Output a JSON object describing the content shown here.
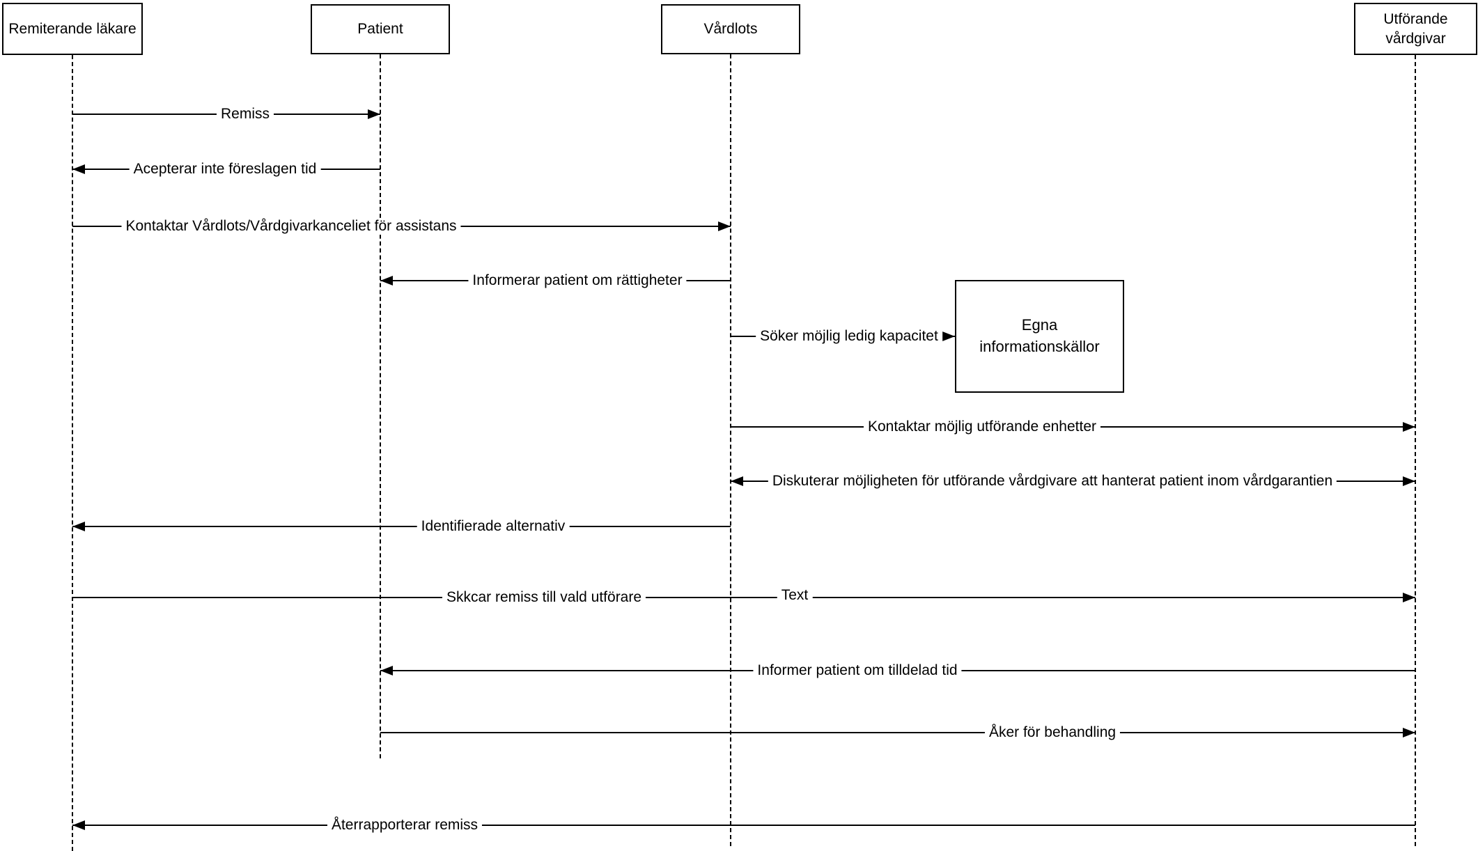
{
  "diagram": {
    "type": "sequence-diagram",
    "colors": {
      "stroke": "#000000",
      "background": "#ffffff"
    },
    "actors": [
      {
        "label": "Remiterande läkare"
      },
      {
        "label": "Patient"
      },
      {
        "label": "Vårdlots"
      },
      {
        "label": "Utförande vårdgivar"
      }
    ],
    "objects": [
      {
        "label": "Egna informationskällor"
      }
    ],
    "messages": [
      {
        "label": "Remiss",
        "from": "Remiterande läkare",
        "to": "Patient",
        "direction": "right"
      },
      {
        "label": "Acepterar inte föreslagen tid",
        "from": "Patient",
        "to": "Remiterande läkare",
        "direction": "left"
      },
      {
        "label": "Kontaktar Vårdlots/Vårdgivarkanceliet för assistans",
        "from": "Remiterande läkare",
        "to": "Vårdlots",
        "direction": "right"
      },
      {
        "label": "Informerar patient om rättigheter",
        "from": "Vårdlots",
        "to": "Patient",
        "direction": "left"
      },
      {
        "label": "Söker möjlig ledig kapacitet",
        "from": "Vårdlots",
        "to": "Egna informationskällor",
        "direction": "right"
      },
      {
        "label": "Kontaktar möjlig utförande enhetter",
        "from": "Vårdlots",
        "to": "Utförande vårdgivar",
        "direction": "right"
      },
      {
        "label": "Diskuterar möjligheten för utförande vårdgivare att hanterat patient inom vårdgarantien",
        "from": "Vårdlots",
        "to": "Utförande vårdgivar",
        "direction": "both"
      },
      {
        "label": "Identifierade alternativ",
        "from": "Vårdlots",
        "to": "Remiterande läkare",
        "direction": "left"
      },
      {
        "label": "Skkcar remiss till vald utförare",
        "label2": "Text",
        "from": "Remiterande läkare",
        "to": "Utförande vårdgivar",
        "direction": "right"
      },
      {
        "label": "Informer patient om tilldelad tid",
        "from": "Utförande vårdgivar",
        "to": "Patient",
        "direction": "left"
      },
      {
        "label": "Åker för behandling",
        "from": "Patient",
        "to": "Utförande vårdgivar",
        "direction": "right"
      },
      {
        "label": "Återrapporterar remiss",
        "from": "Utförande vårdgivar",
        "to": "Remiterande läkare",
        "direction": "left"
      }
    ]
  }
}
